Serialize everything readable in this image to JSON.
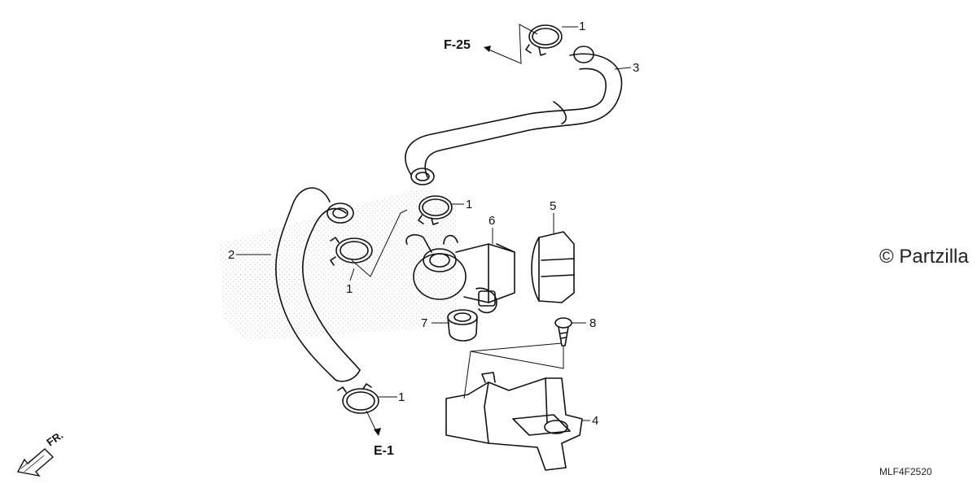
{
  "parts": {
    "clamp": "1",
    "hose_lower": "2",
    "hose_upper": "3",
    "bracket": "4",
    "rubber_mount": "5",
    "valve": "6",
    "cap": "7",
    "screw": "8"
  },
  "references": {
    "top": "F-25",
    "bottom": "E-1",
    "front": "FR."
  },
  "watermark": "© Partzilla",
  "diagram_code": "MLF4F2520"
}
